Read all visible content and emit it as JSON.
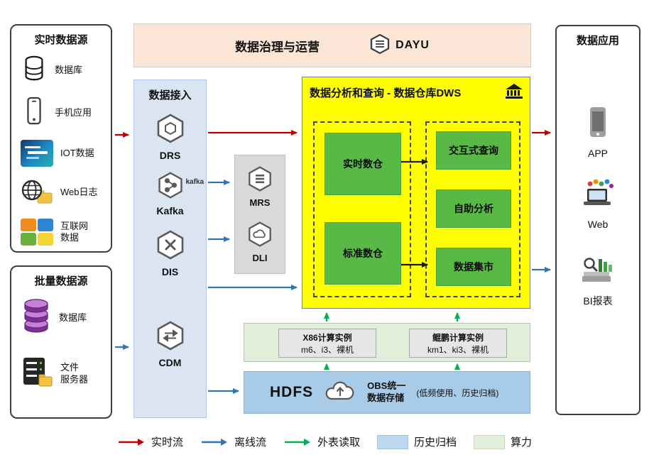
{
  "colors": {
    "realtime_arrow": "#c00000",
    "offline_arrow": "#2e75b6",
    "external_arrow": "#00b050",
    "archive_fill": "#bdd7ee",
    "compute_fill": "#e2efda",
    "dws_fill": "#ffff00",
    "node_green": "#58b947",
    "ingest_fill": "#dbe5f1",
    "governance_fill": "#fbe5d6",
    "cluster_fill": "#d9d9d9",
    "storage_fill": "#a8cbe8"
  },
  "realtime_sources": {
    "title": "实时数据源",
    "items": [
      {
        "label": "数据库",
        "icon": "database-icon"
      },
      {
        "label": "手机应用",
        "icon": "mobile-icon"
      },
      {
        "label": "IOT数据",
        "icon": "iot-image"
      },
      {
        "label": "Web日志",
        "icon": "web-log-icon"
      },
      {
        "label": "互联网\n数据",
        "icon": "internet-collage-icon"
      }
    ]
  },
  "batch_sources": {
    "title": "批量数据源",
    "items": [
      {
        "label": "数据库",
        "icon": "database-stack-icon"
      },
      {
        "label": "文件\n服务器",
        "icon": "file-server-icon"
      }
    ]
  },
  "governance": {
    "title": "数据治理与运营",
    "logo_text": "DAYU"
  },
  "ingest": {
    "title": "数据接入",
    "items": [
      {
        "label": "DRS"
      },
      {
        "label": "Kafka",
        "logo_text": "kafka"
      },
      {
        "label": "DIS"
      },
      {
        "label": "CDM"
      }
    ]
  },
  "cluster": {
    "items": [
      {
        "label": "MRS"
      },
      {
        "label": "DLI"
      }
    ]
  },
  "dws": {
    "title": "数据分析和查询 - 数据仓库DWS",
    "left_nodes": [
      "实时数仓",
      "标准数仓"
    ],
    "right_nodes": [
      "交互式查询",
      "自助分析",
      "数据集市"
    ]
  },
  "compute": {
    "x86": {
      "title": "X86计算实例",
      "subtitle": "m6、i3、裸机"
    },
    "kunpeng": {
      "title": "鲲鹏计算实例",
      "subtitle": "km1、ki3、裸机"
    }
  },
  "storage": {
    "hdfs": "HDFS",
    "obs_text": "OBS统一\n数据存储",
    "obs_note": "(低频使用、历史归档)"
  },
  "apps": {
    "title": "数据应用",
    "items": [
      {
        "label": "APP"
      },
      {
        "label": "Web"
      },
      {
        "label": "BI报表"
      }
    ]
  },
  "legend": {
    "realtime": "实时流",
    "offline": "离线流",
    "external": "外表读取",
    "archive": "历史归档",
    "compute": "算力"
  }
}
